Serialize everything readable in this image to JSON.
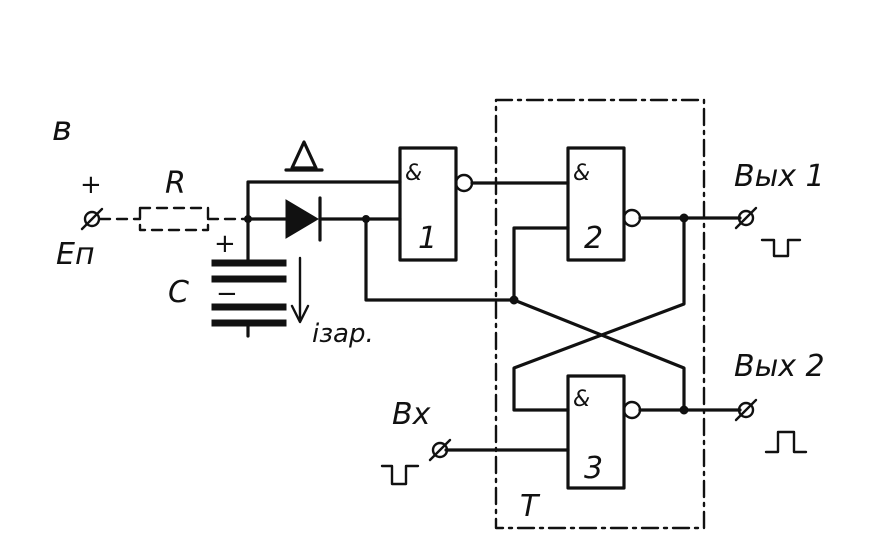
{
  "figure_letter": "в",
  "supply": {
    "plus": "+",
    "label": "Еп",
    "resistor": "R"
  },
  "capacitor": {
    "label": "С",
    "plus": "+",
    "minus": "−",
    "current": "iзар."
  },
  "diode": {
    "label": "Д"
  },
  "gates": [
    {
      "symbol": "&",
      "number": "1"
    },
    {
      "symbol": "&",
      "number": "2"
    },
    {
      "symbol": "&",
      "number": "3"
    }
  ],
  "trigger": {
    "label": "Т"
  },
  "input": {
    "label": "Вх"
  },
  "outputs": [
    {
      "label": "Вых 1"
    },
    {
      "label": "Вых 2"
    }
  ]
}
